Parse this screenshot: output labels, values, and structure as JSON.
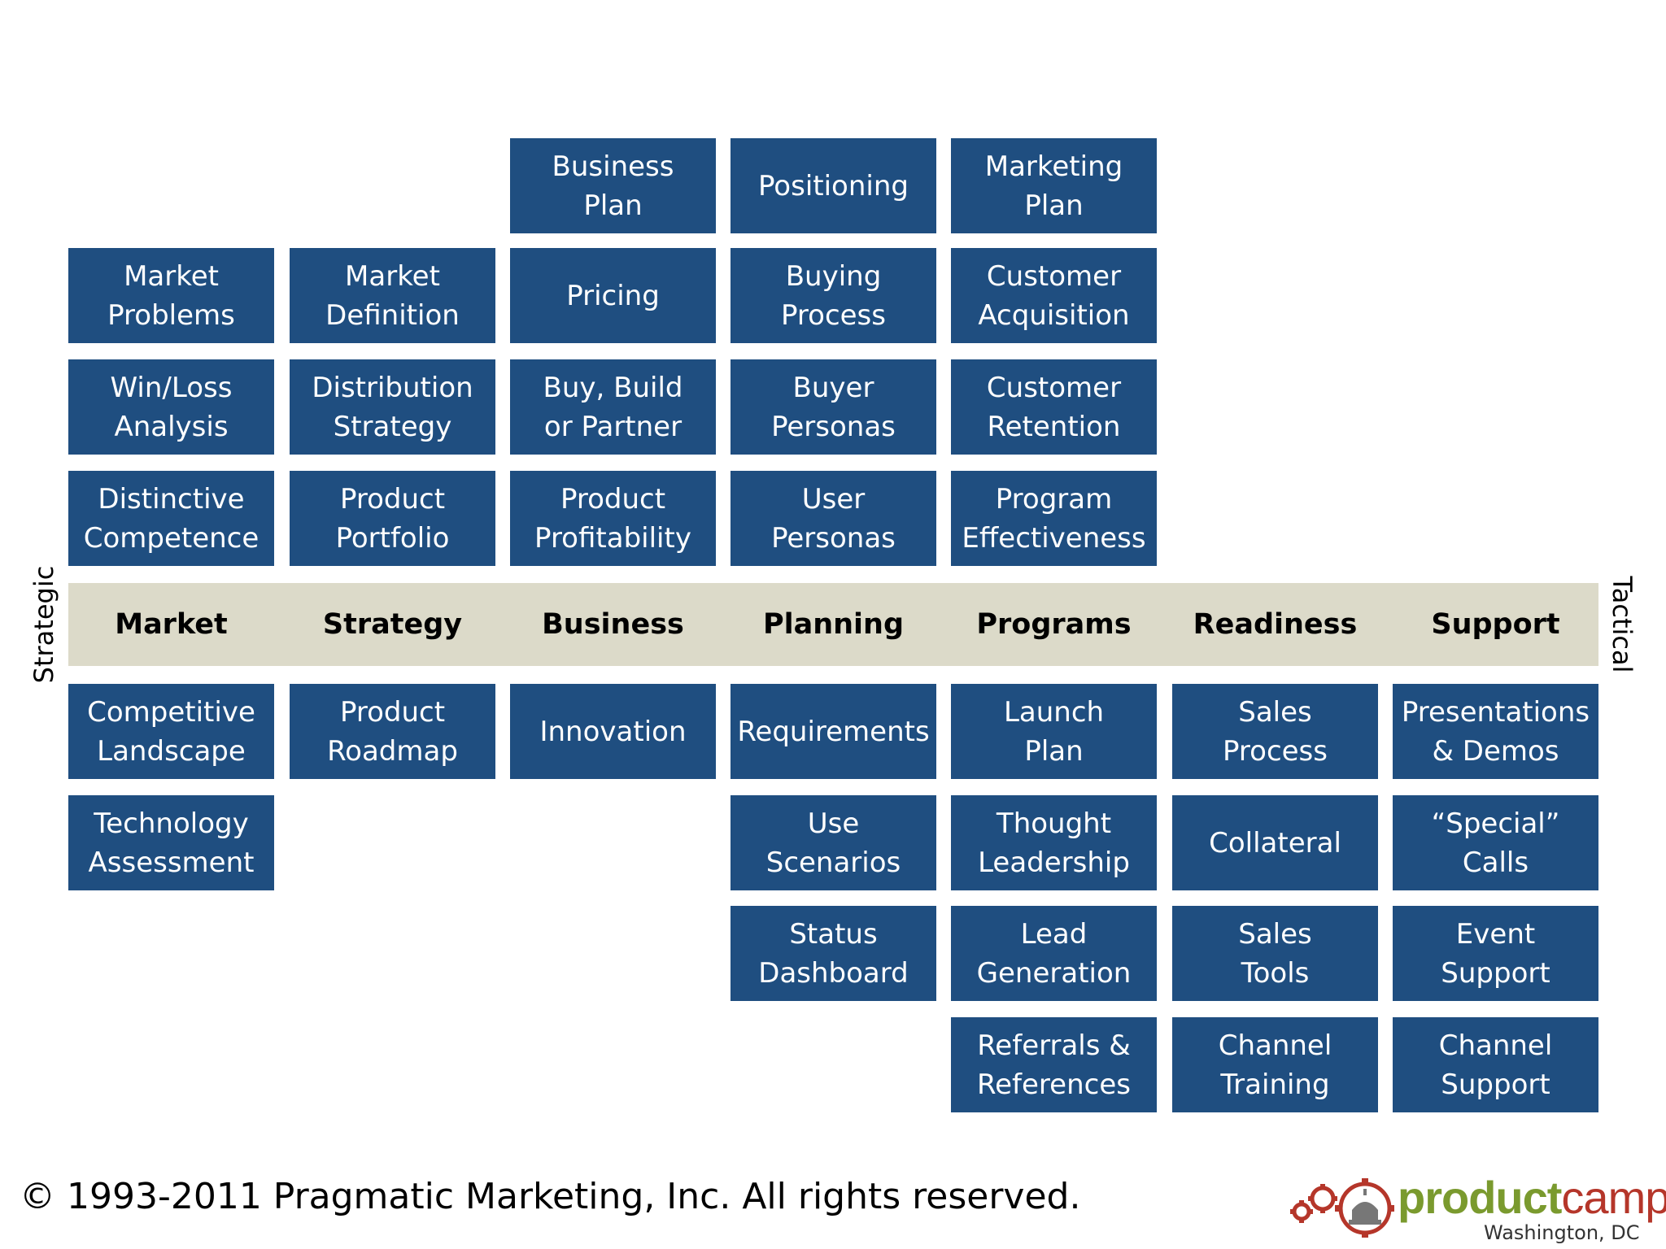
{
  "side_labels": {
    "left": "Strategic",
    "right": "Tactical"
  },
  "categories": [
    "Market",
    "Strategy",
    "Business",
    "Planning",
    "Programs",
    "Readiness",
    "Support"
  ],
  "upper_cells": [
    {
      "col": 2,
      "row": 0,
      "label": "Business\nPlan"
    },
    {
      "col": 3,
      "row": 0,
      "label": "Positioning"
    },
    {
      "col": 4,
      "row": 0,
      "label": "Marketing\nPlan"
    },
    {
      "col": 0,
      "row": 1,
      "label": "Market\nProblems"
    },
    {
      "col": 1,
      "row": 1,
      "label": "Market\nDefinition"
    },
    {
      "col": 2,
      "row": 1,
      "label": "Pricing"
    },
    {
      "col": 3,
      "row": 1,
      "label": "Buying\nProcess"
    },
    {
      "col": 4,
      "row": 1,
      "label": "Customer\nAcquisition"
    },
    {
      "col": 0,
      "row": 2,
      "label": "Win/Loss\nAnalysis"
    },
    {
      "col": 1,
      "row": 2,
      "label": "Distribution\nStrategy"
    },
    {
      "col": 2,
      "row": 2,
      "label": "Buy, Build\nor Partner"
    },
    {
      "col": 3,
      "row": 2,
      "label": "Buyer\nPersonas"
    },
    {
      "col": 4,
      "row": 2,
      "label": "Customer\nRetention"
    },
    {
      "col": 0,
      "row": 3,
      "label": "Distinctive\nCompetence"
    },
    {
      "col": 1,
      "row": 3,
      "label": "Product\nPortfolio"
    },
    {
      "col": 2,
      "row": 3,
      "label": "Product\nProfitability"
    },
    {
      "col": 3,
      "row": 3,
      "label": "User\nPersonas"
    },
    {
      "col": 4,
      "row": 3,
      "label": "Program\nEffectiveness"
    }
  ],
  "lower_cells": [
    {
      "col": 0,
      "row": 0,
      "label": "Competitive\nLandscape"
    },
    {
      "col": 1,
      "row": 0,
      "label": "Product\nRoadmap"
    },
    {
      "col": 2,
      "row": 0,
      "label": "Innovation"
    },
    {
      "col": 3,
      "row": 0,
      "label": "Requirements"
    },
    {
      "col": 4,
      "row": 0,
      "label": "Launch\nPlan"
    },
    {
      "col": 5,
      "row": 0,
      "label": "Sales\nProcess"
    },
    {
      "col": 6,
      "row": 0,
      "label": "Presentations\n& Demos"
    },
    {
      "col": 0,
      "row": 1,
      "label": "Technology\nAssessment"
    },
    {
      "col": 3,
      "row": 1,
      "label": "Use\nScenarios"
    },
    {
      "col": 4,
      "row": 1,
      "label": "Thought\nLeadership"
    },
    {
      "col": 5,
      "row": 1,
      "label": "Collateral"
    },
    {
      "col": 6,
      "row": 1,
      "label": "“Special”\nCalls"
    },
    {
      "col": 3,
      "row": 2,
      "label": "Status\nDashboard"
    },
    {
      "col": 4,
      "row": 2,
      "label": "Lead\nGeneration"
    },
    {
      "col": 5,
      "row": 2,
      "label": "Sales\nTools"
    },
    {
      "col": 6,
      "row": 2,
      "label": "Event\nSupport"
    },
    {
      "col": 4,
      "row": 3,
      "label": "Referrals &\nReferences"
    },
    {
      "col": 5,
      "row": 3,
      "label": "Channel\nTraining"
    },
    {
      "col": 6,
      "row": 3,
      "label": "Channel\nSupport"
    }
  ],
  "footer": {
    "copyright": "© 1993-2011 Pragmatic Marketing, Inc. All rights reserved."
  },
  "logo": {
    "text_part1": "product",
    "text_part2": "camp",
    "subtitle": "Washington, DC",
    "icon": "gears-capitol-icon"
  },
  "colors": {
    "cell": "#1f4e80",
    "band": "#dcdac9",
    "logo_green": "#7a9a2e",
    "logo_red": "#b5362a"
  }
}
